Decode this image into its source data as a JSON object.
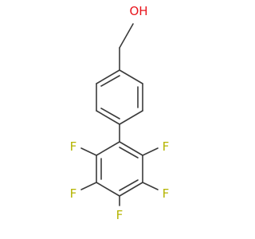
{
  "molecule": {
    "labels": {
      "oh": "OH",
      "f1": "F",
      "f2": "F",
      "f3": "F",
      "f4": "F",
      "f5": "F"
    },
    "colors": {
      "bond": "#3b3b3b",
      "oxygen": "#e8141c",
      "fluorine": "#b4b400",
      "background": "#ffffff"
    }
  }
}
